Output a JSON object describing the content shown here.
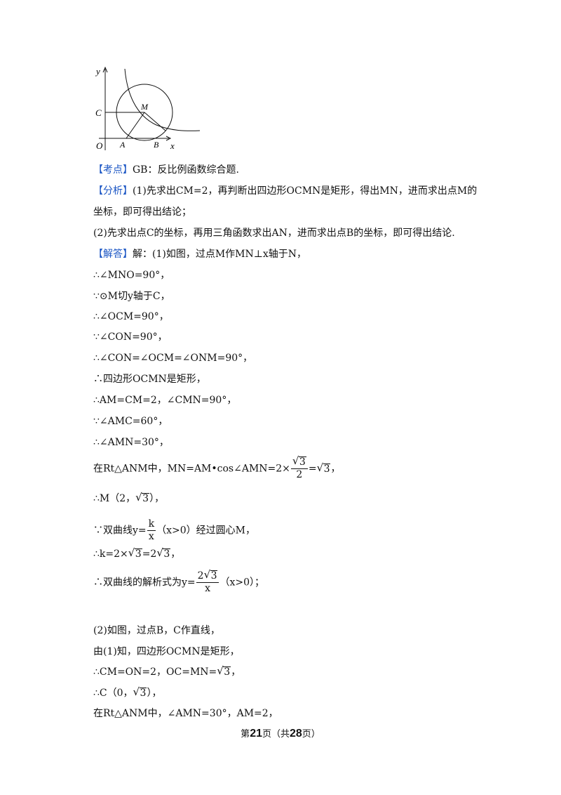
{
  "figure": {
    "labels": {
      "y": "y",
      "x": "x",
      "O": "O",
      "A": "A",
      "B": "B",
      "C": "C",
      "M": "M"
    }
  },
  "lines": {
    "l1_tag": "【考点】",
    "l1_text": "GB：反比例函数综合题.",
    "l2_tag": "【分析】",
    "l2_text": "(1)先求出CM=2，再判断出四边形OCMN是矩形，得出MN，进而求出点M的",
    "l3_text": "坐标，即可得出结论；",
    "l4_text": "(2)先求出点C的坐标，再用三角函数求出AN，进而求出点B的坐标，即可得出结论.",
    "l5_tag": "【解答】",
    "l5_text": "解：(1)如图，过点M作MN⊥x轴于N，",
    "l6_text": "∴∠MNO=90°，",
    "l7_text": "∵⊙M切y轴于C，",
    "l8_text": "∴∠OCM=90°，",
    "l9_text": "∵∠CON=90°，",
    "l10_text": "∴∠CON=∠OCM=∠ONM=90°，",
    "l11_text": "∴四边形OCMN是矩形，",
    "l12_text": "∴AM=CM=2，∠CMN=90°，",
    "l13_text": "∵∠AMC=60°，",
    "l14_text": "∴∠AMN=30°，",
    "l15_pre": "在Rt△ANM中，MN=AM•cos∠AMN=2×",
    "l15_num": "3",
    "l15_den": "2",
    "l15_eq": "=",
    "l15_rad": "3",
    "l15_end": "，",
    "l16_pre": "∴M（2，",
    "l16_rad": "3",
    "l16_end": "），",
    "l17_pre": "∵双曲线y=",
    "l17_num": "k",
    "l17_den": "x",
    "l17_end": "（x>0）经过圆心M，",
    "l18_pre": "∴k=2×",
    "l18_rad1": "3",
    "l18_mid": "=2",
    "l18_rad2": "3",
    "l18_end": "，",
    "l19_pre": "∴双曲线的解析式为y=",
    "l19_num_pre": "2",
    "l19_num_rad": "3",
    "l19_den": "x",
    "l19_end": "（x>0）；",
    "l20_text": "(2)如图，过点B，C作直线，",
    "l21_text": "由(1)知，四边形OCMN是矩形，",
    "l22_pre": "∴CM=ON=2，OC=MN=",
    "l22_rad": "3",
    "l22_end": "，",
    "l23_pre": "∴C（0，",
    "l23_rad": "3",
    "l23_end": "），",
    "l24_text": "在Rt△ANM中，∠AMN=30°，AM=2，"
  },
  "footer": {
    "pre": "第",
    "page": "21",
    "mid": "页（共",
    "total": "28",
    "post": "页）"
  },
  "colors": {
    "tag": "#1a55c4",
    "text": "#111111"
  }
}
